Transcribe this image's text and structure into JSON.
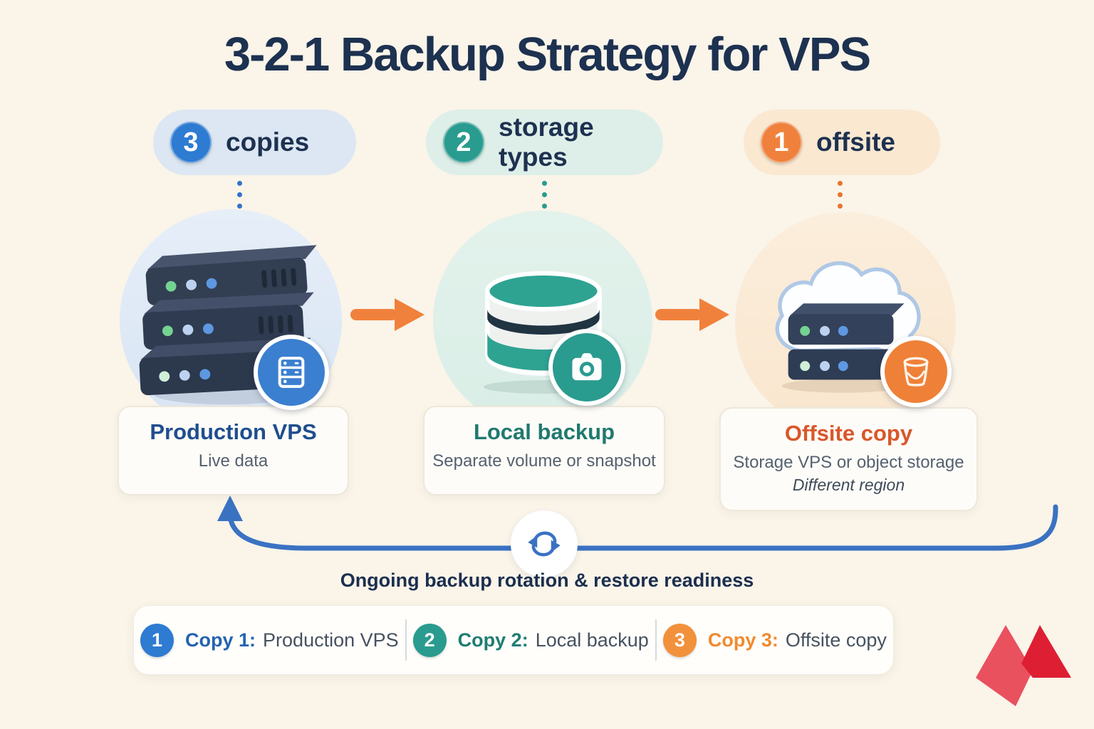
{
  "title": "3-2-1 Backup Strategy for VPS",
  "pills": [
    {
      "number": "3",
      "label": "copies"
    },
    {
      "number": "2",
      "label": "storage types"
    },
    {
      "number": "1",
      "label": "offsite"
    }
  ],
  "cards": [
    {
      "title": "Production VPS",
      "subtitle": "Live data"
    },
    {
      "title": "Local backup",
      "subtitle": "Separate volume or snapshot"
    },
    {
      "title": "Offsite copy",
      "subtitle": "Storage VPS or object storage",
      "note": "Different region"
    }
  ],
  "loop_caption": "Ongoing backup rotation & restore readiness",
  "legend_items": [
    {
      "number": "1",
      "label": "Copy 1:",
      "value": "Production VPS"
    },
    {
      "number": "2",
      "label": "Copy 2:",
      "value": "Local backup"
    },
    {
      "number": "3",
      "label": "Copy 3:",
      "value": "Offsite copy"
    }
  ],
  "icons": {
    "production_badge": "server-rack-icon",
    "local_badge": "camera-snapshot-icon",
    "offsite_badge": "storage-bucket-icon",
    "flow": "arrow-right-icon",
    "loop": "sync-refresh-icon",
    "brand": "mountain-m-logo"
  },
  "colors": {
    "background": "#FAF4E9",
    "title": "#1D3150",
    "blue": "#2E7BD2",
    "teal": "#2A9B8F",
    "orange": "#F0813C",
    "card_title_blue": "#1F4E8F",
    "card_title_teal": "#20796F",
    "card_title_orange": "#D9572A",
    "loop_blue": "#3A72C2",
    "logo_red_light": "#E9515F",
    "logo_red_dark": "#DE1F33"
  }
}
